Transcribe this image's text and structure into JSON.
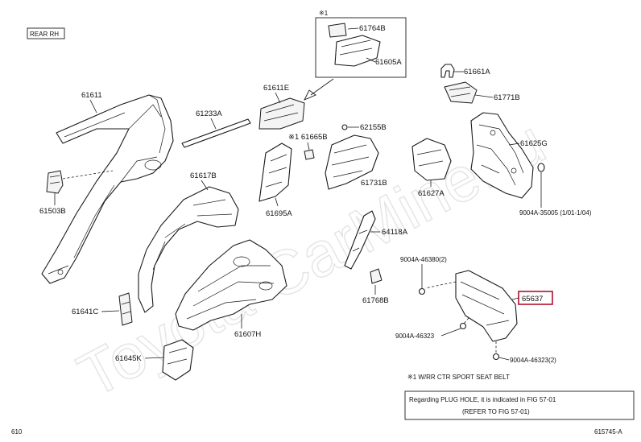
{
  "diagram": {
    "corner_tag": "REAR RH",
    "footer_left": "610",
    "footer_right": "615745-A",
    "watermark": "Toyota-CarMine.ru",
    "labels": {
      "p61611": "61611",
      "p61503B": "61503B",
      "p61233A": "61233A",
      "p61611E": "61611E",
      "inset_mark": "※1",
      "p61764B": "61764B",
      "p61605A": "61605A",
      "p61661A": "61661A",
      "p61771B": "61771B",
      "p61625G": "61625G",
      "p9004A35005": "9004A-35005 (1/01-1/04)",
      "p61665B": "※1 61665B",
      "p62155B": "62155B",
      "p61731B": "61731B",
      "p61627A": "61627A",
      "p61617B": "61617B",
      "p61695A": "61695A",
      "p64118A": "64118A",
      "p61768B": "61768B",
      "p9004A46380": "9004A-46380(2)",
      "p65637": "65637",
      "p9004A46323": "9004A-46323",
      "p9004A46323x2": "9004A-46323(2)",
      "p61641C": "61641C",
      "p61607H": "61607H",
      "p61645K": "61645K"
    },
    "footnote": "※1 W/RR CTR SPORT SEAT BELT",
    "note_line1": "Regarding PLUG HOLE, it is indicated in FIG 57-01",
    "note_line2": "(REFER TO FIG 57-01)",
    "highlight_color": "#b0102a"
  }
}
